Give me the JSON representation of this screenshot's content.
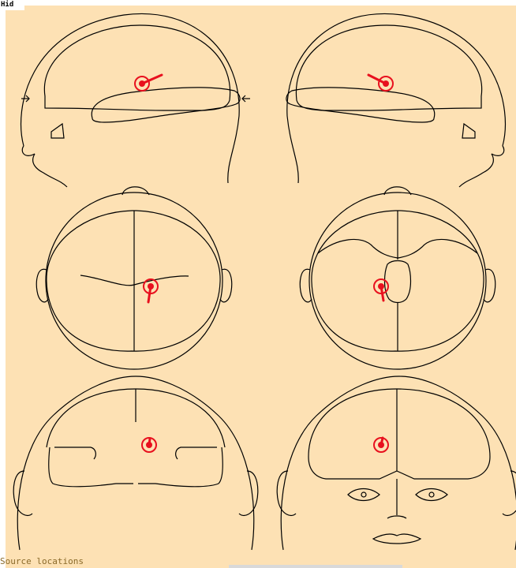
{
  "window": {
    "title_tab": "Hid",
    "caption": "Source locations"
  },
  "colors": {
    "background": "#fde1b4",
    "outline": "#000000",
    "source": "#e8101e",
    "caption_text": "#8a6a2a"
  },
  "views": [
    {
      "id": "left-sagittal",
      "label": ""
    },
    {
      "id": "right-sagittal",
      "label": ""
    },
    {
      "id": "top-axial",
      "label": ""
    },
    {
      "id": "bottom-axial",
      "label": ""
    },
    {
      "id": "back-coronal",
      "label": ""
    },
    {
      "id": "front-coronal",
      "label": ""
    }
  ],
  "source": {
    "count": 1,
    "marker": "dipole"
  }
}
